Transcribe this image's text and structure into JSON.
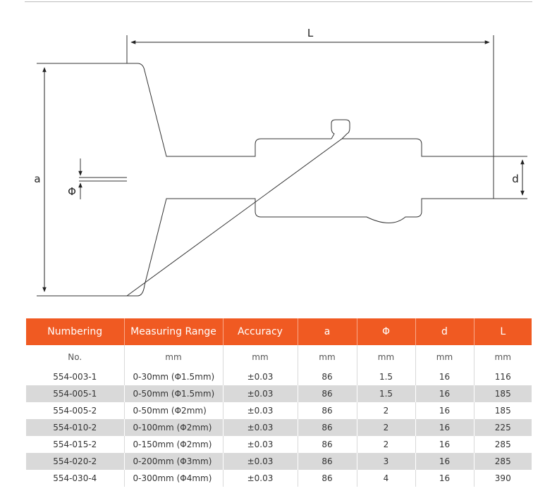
{
  "drawing": {
    "labels": {
      "length": "L",
      "height": "a",
      "depth": "d",
      "phi": "Φ"
    }
  },
  "table": {
    "headers": [
      "Numbering",
      "Measuring Range",
      "Accuracy",
      "a",
      "Φ",
      "d",
      "L"
    ],
    "units": [
      "No.",
      "mm",
      "mm",
      "mm",
      "mm",
      "mm",
      "mm"
    ],
    "rows": [
      [
        "554-003-1",
        "0-30mm (Φ1.5mm)",
        "±0.03",
        "86",
        "1.5",
        "16",
        "116"
      ],
      [
        "554-005-1",
        "0-50mm (Φ1.5mm)",
        "±0.03",
        "86",
        "1.5",
        "16",
        "185"
      ],
      [
        "554-005-2",
        "0-50mm (Φ2mm)",
        "±0.03",
        "86",
        "2",
        "16",
        "185"
      ],
      [
        "554-010-2",
        "0-100mm (Φ2mm)",
        "±0.03",
        "86",
        "2",
        "16",
        "225"
      ],
      [
        "554-015-2",
        "0-150mm (Φ2mm)",
        "±0.03",
        "86",
        "2",
        "16",
        "285"
      ],
      [
        "554-020-2",
        "0-200mm (Φ3mm)",
        "±0.03",
        "86",
        "3",
        "16",
        "285"
      ],
      [
        "554-030-4",
        "0-300mm (Φ4mm)",
        "±0.03",
        "86",
        "4",
        "16",
        "390"
      ]
    ]
  },
  "colors": {
    "header_bg": "#f05a22",
    "stripe": "#d9d9d9",
    "line": "#333333"
  }
}
